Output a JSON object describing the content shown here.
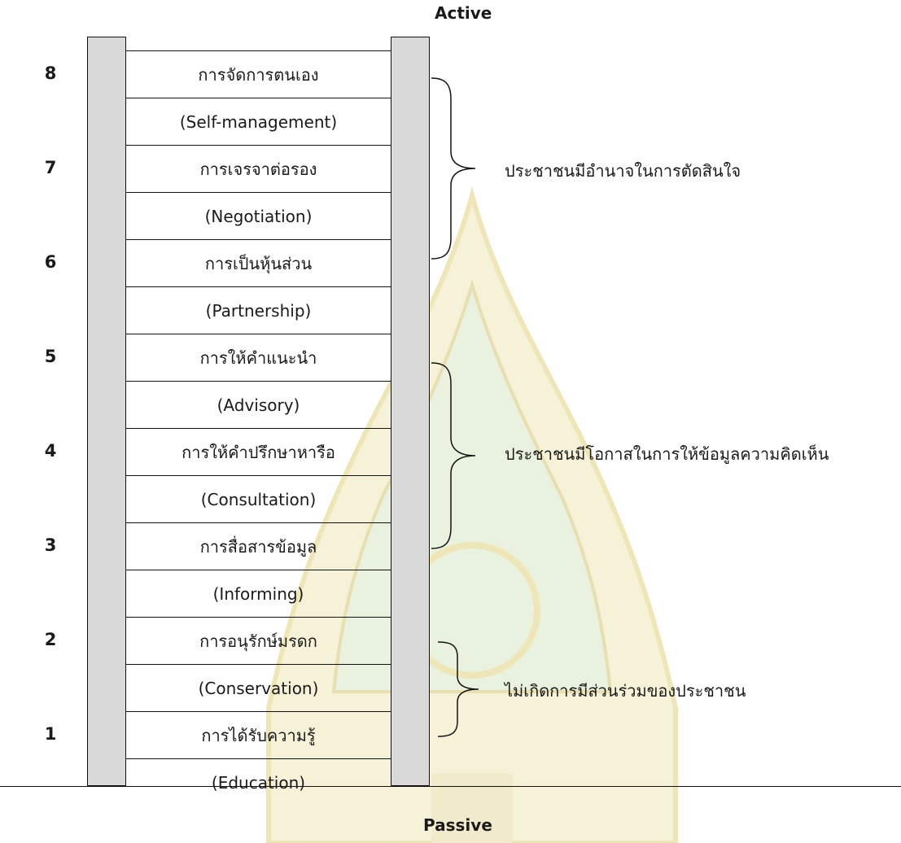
{
  "axis": {
    "top": "Active",
    "bottom": "Passive"
  },
  "levels": [
    "8",
    "7",
    "6",
    "5",
    "4",
    "3",
    "2",
    "1"
  ],
  "rungs": [
    "การจัดการตนเอง",
    "(Self-management)",
    "การเจรจาต่อรอง",
    "(Negotiation)",
    "การเป็นหุ้นส่วน",
    "(Partnership)",
    "การให้คำแนะนำ",
    "(Advisory)",
    "การให้คำปรึกษาหารือ",
    "(Consultation)",
    "การสื่อสารข้อมูล",
    "(Informing)",
    "การอนุรักษ์มรดก",
    "(Conservation)",
    "การได้รับความรู้",
    "(Education)"
  ],
  "groups": [
    "ประชาชนมีอำนาจในการตัดสินใจ",
    "ประชาชนมีโอกาสในการให้ข้อมูลความคิดเห็น",
    "ไม่เกิดการมีส่วนร่วมของประชาชน"
  ]
}
